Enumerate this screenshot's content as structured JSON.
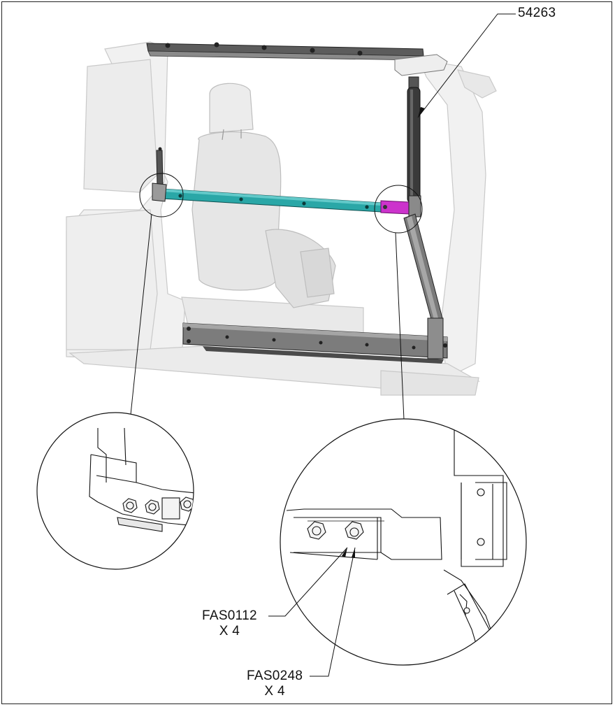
{
  "callouts": {
    "part_top": "54263",
    "fastener_1": {
      "part": "FAS0112",
      "qty": "X 4"
    },
    "fastener_2": {
      "part": "FAS0248",
      "qty": "X 4"
    }
  },
  "colors": {
    "highlight_bar": "#2aa7a7",
    "highlight_bracket": "#cc33cc",
    "strut": "#3a3a3a",
    "frame_rail": "#6e6e6e",
    "line": "#111111"
  }
}
